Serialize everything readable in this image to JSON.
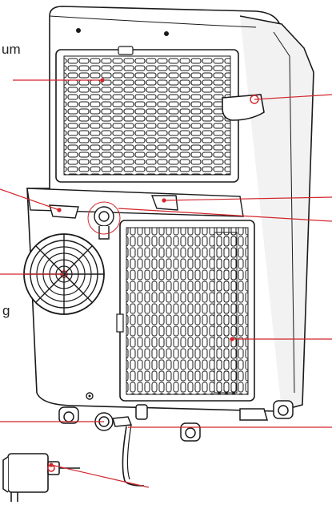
{
  "diagram": {
    "label_fragments": [
      {
        "id": "top-left",
        "text": "um"
      },
      {
        "id": "mid-left",
        "text": "g"
      }
    ],
    "colors": {
      "callout": "#d2262b",
      "outline": "#1a1a1a",
      "shade": "#e9e9e9",
      "background": "#ffffff"
    },
    "icons": [
      "air-conditioner-icon",
      "power-plug-icon",
      "fan-grille-icon"
    ]
  }
}
